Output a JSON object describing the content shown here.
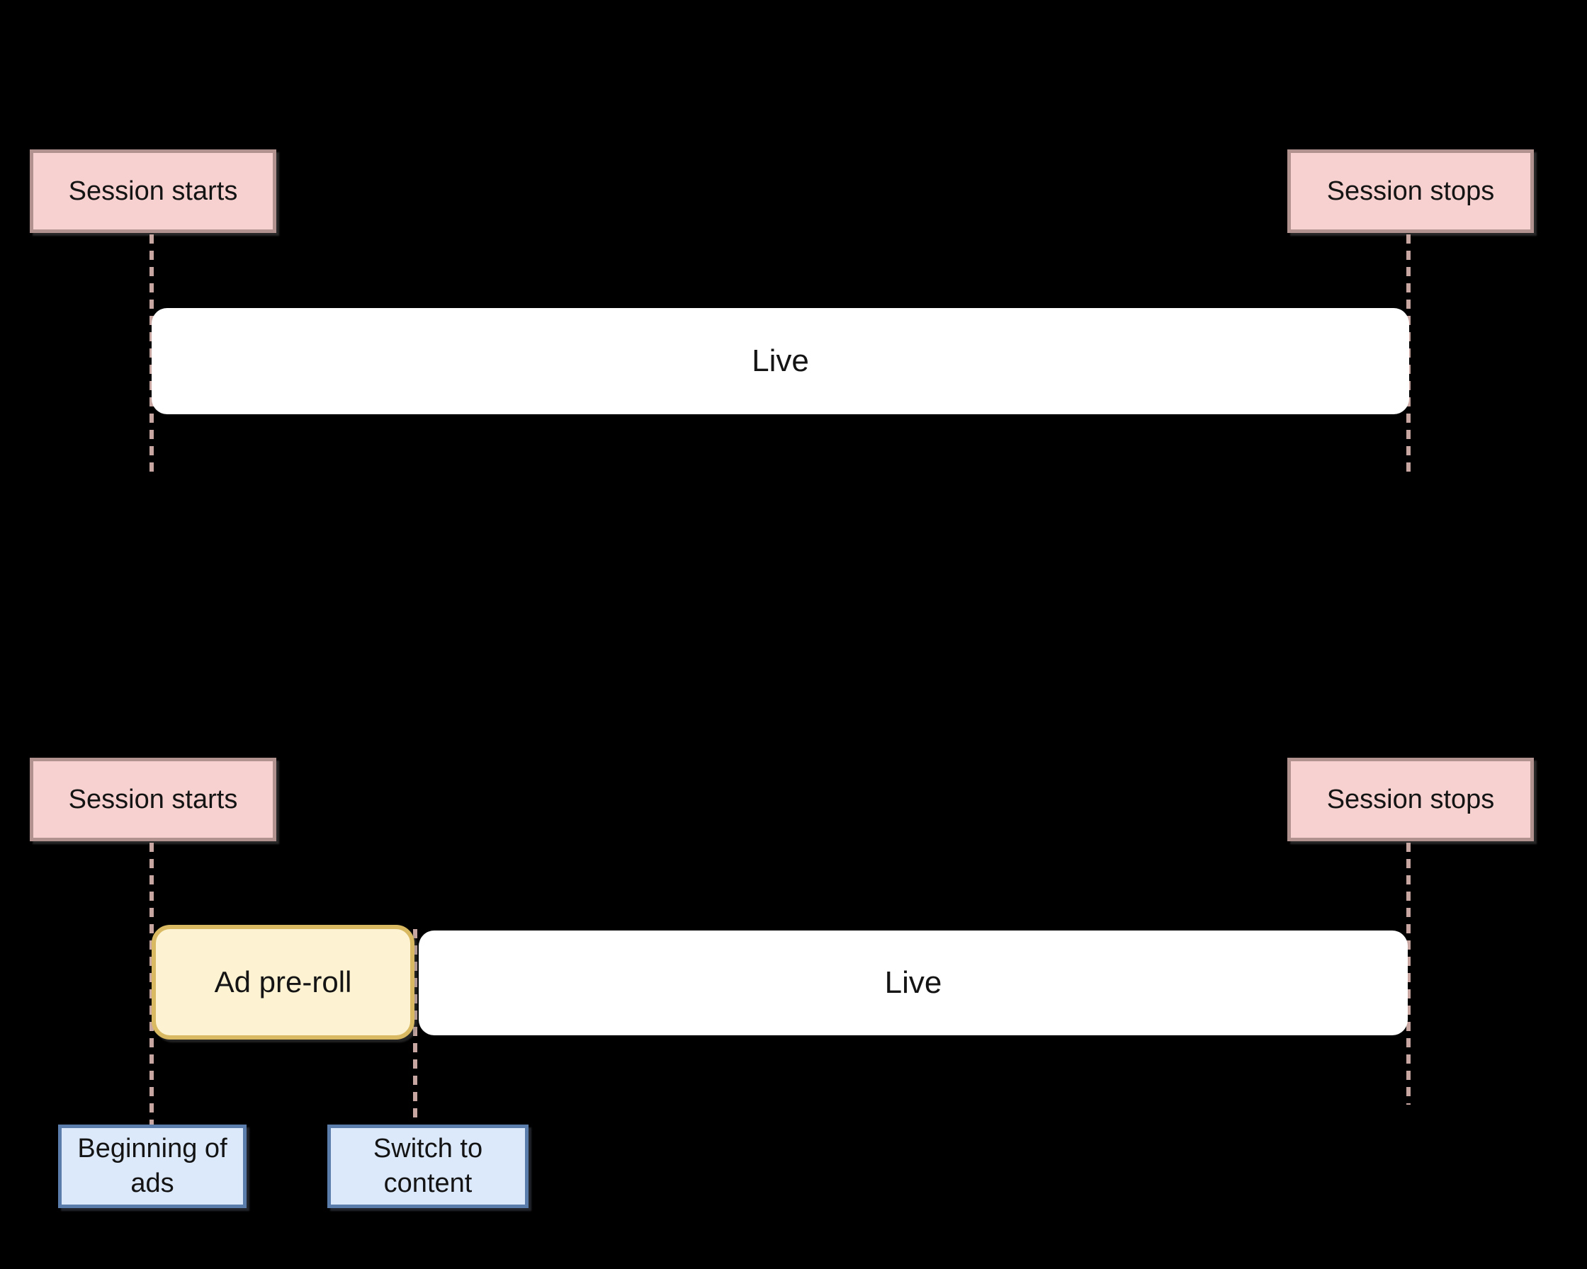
{
  "diagram": {
    "background": "#000000",
    "colors": {
      "session_fill": "#f6d1cf",
      "session_border": "#b2928f",
      "connector_dash": "#c7a6a1",
      "ad_fill": "#fdf3d2",
      "ad_border": "#d9ba62",
      "live_fill": "#ffffff",
      "marker_fill": "#dce9fb",
      "marker_border": "#5b7dab",
      "label_text": "#141414"
    },
    "scenario1": {
      "session_starts": "Session starts",
      "session_stops": "Session stops",
      "live_label": "Live"
    },
    "scenario2": {
      "session_starts": "Session starts",
      "session_stops": "Session stops",
      "ad_preroll_label": "Ad pre-roll",
      "live_label": "Live",
      "beginning_of_ads_label": "Beginning of ads",
      "switch_to_content_label": "Switch to content"
    }
  }
}
